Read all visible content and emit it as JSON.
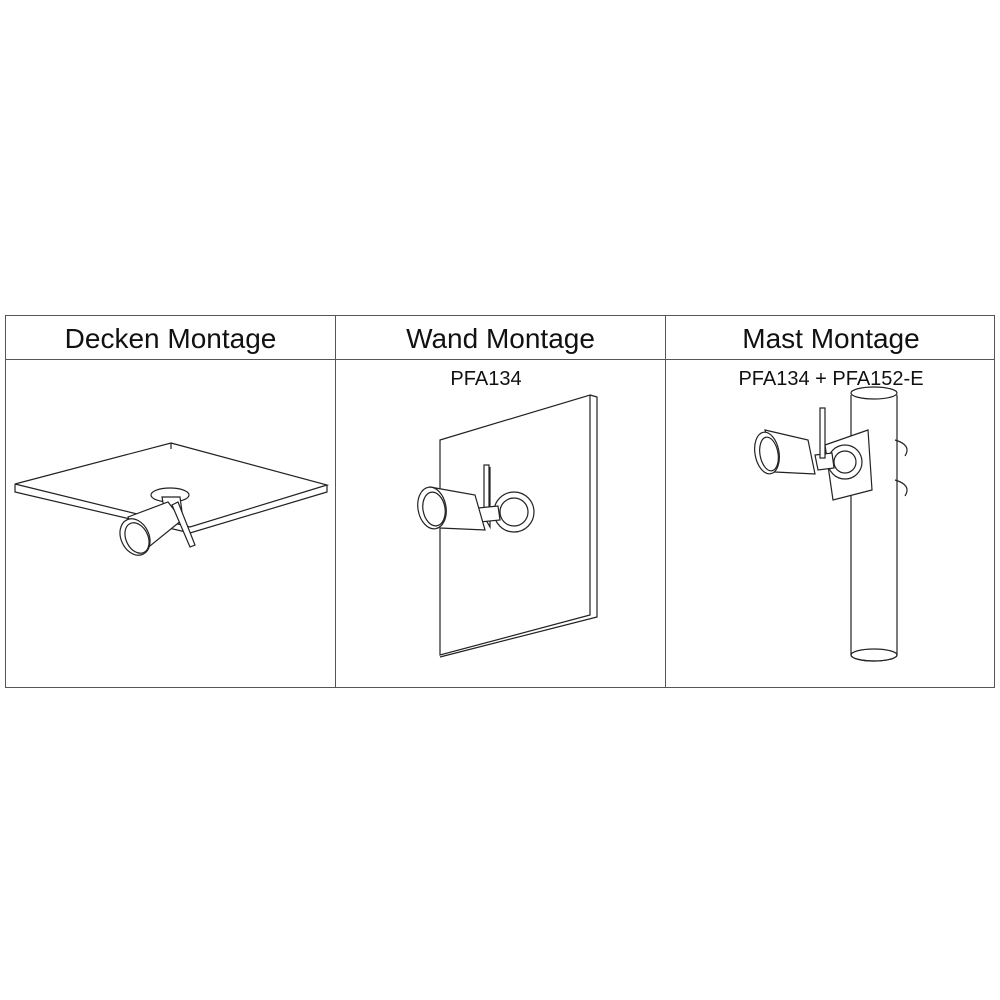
{
  "columns": [
    {
      "title": "Decken Montage",
      "accessory": ""
    },
    {
      "title": "Wand Montage",
      "accessory": "PFA134"
    },
    {
      "title": "Mast Montage",
      "accessory": "PFA134 + PFA152-E"
    }
  ]
}
